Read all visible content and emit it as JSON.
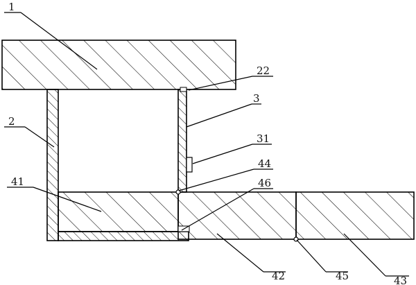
{
  "labels": {
    "l1": "1",
    "l2": "2",
    "l3": "3",
    "l22": "22",
    "l31": "31",
    "l41": "41",
    "l42": "42",
    "l43": "43",
    "l44": "44",
    "l45": "45",
    "l46": "46"
  }
}
